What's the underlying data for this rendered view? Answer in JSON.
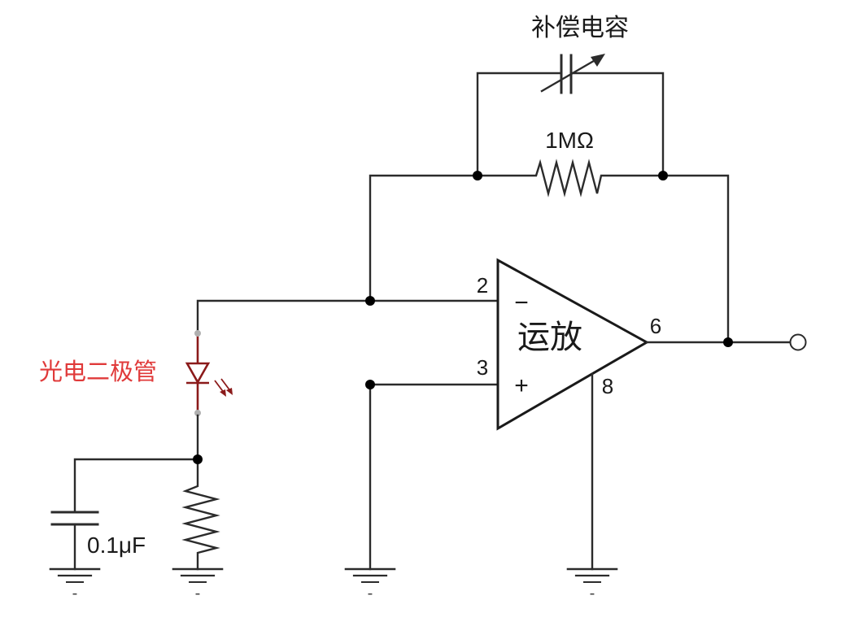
{
  "labels": {
    "comp_cap": "补偿电容",
    "feedback_res": "1MΩ",
    "photodiode": "光电二极管",
    "filter_cap": "0.1μF",
    "opamp": "运放",
    "minus_sign": "−",
    "plus_sign": "+",
    "pin_inv": "2",
    "pin_noninv": "3",
    "pin_out": "6",
    "pin_supply": "8",
    "gnd_mark": "-"
  },
  "colors": {
    "wire": "#2b2b2b",
    "photodiode": "#8b1a1a",
    "photodiode_label": "#e03a3a"
  }
}
